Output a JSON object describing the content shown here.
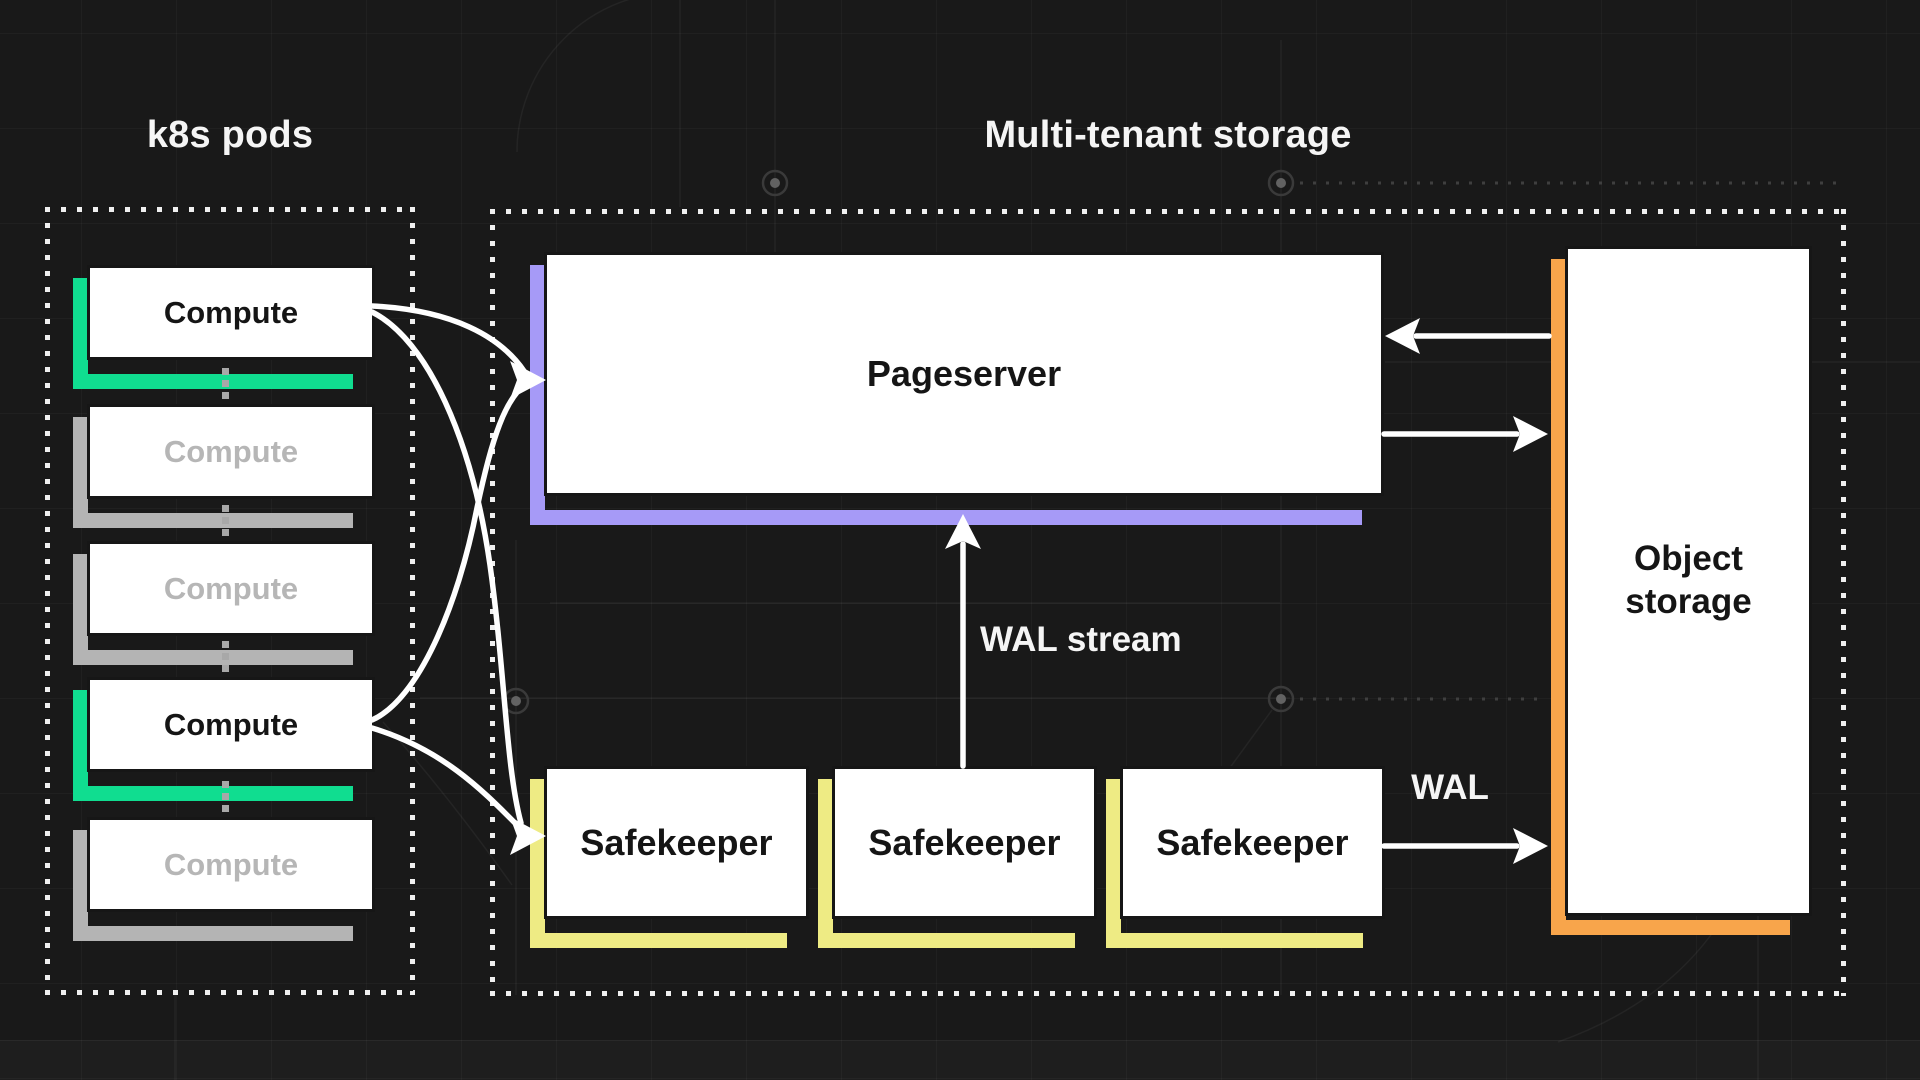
{
  "diagram": {
    "k8s": {
      "title": "k8s pods",
      "pods": [
        {
          "label": "Compute",
          "state": "active"
        },
        {
          "label": "Compute",
          "state": "inactive"
        },
        {
          "label": "Compute",
          "state": "inactive"
        },
        {
          "label": "Compute",
          "state": "active"
        },
        {
          "label": "Compute",
          "state": "inactive"
        }
      ]
    },
    "storage": {
      "title": "Multi-tenant storage",
      "pageserver": {
        "label": "Pageserver"
      },
      "safekeepers": [
        {
          "label": "Safekeeper"
        },
        {
          "label": "Safekeeper"
        },
        {
          "label": "Safekeeper"
        }
      ],
      "object_storage": {
        "label": "Object storage"
      }
    },
    "edge_labels": {
      "wal_stream": "WAL stream",
      "wal": "WAL"
    },
    "connections": [
      {
        "from": "compute-1",
        "to": "pageserver"
      },
      {
        "from": "compute-1",
        "to": "safekeeper-1"
      },
      {
        "from": "compute-4",
        "to": "pageserver"
      },
      {
        "from": "compute-4",
        "to": "safekeeper-1"
      },
      {
        "from": "safekeeper-2",
        "to": "pageserver",
        "label": "WAL stream"
      },
      {
        "from": "safekeeper-3",
        "to": "object-storage",
        "label": "WAL"
      },
      {
        "from": "object-storage",
        "to": "pageserver"
      },
      {
        "from": "pageserver",
        "to": "object-storage"
      }
    ]
  },
  "colors": {
    "green": "#10DD90",
    "purple": "#A69AF7",
    "yellow": "#EEEB84",
    "orange": "#F8A54B",
    "gray": "#B4B4B4",
    "box_bg": "#FFFFFF",
    "text_dark": "#151515",
    "text_inactive": "#B6B6B6",
    "dotted": "#F0F0F0",
    "arrow": "#FFFFFF",
    "canvas": "#191919"
  }
}
